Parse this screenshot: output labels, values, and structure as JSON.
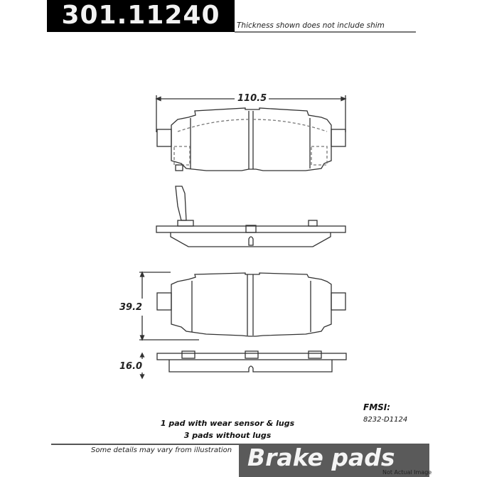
{
  "header": {
    "part_number": "301.11240",
    "shim_note": "Thickness shown does not include shim"
  },
  "dimensions": {
    "width": "110.5",
    "height": "39.2",
    "thickness": "16.0"
  },
  "notes": {
    "line1": "1 pad with wear sensor & lugs",
    "line2": "3 pads without lugs"
  },
  "fmsi": {
    "label": "FMSI:",
    "value": "8232-D1124"
  },
  "footer": {
    "disclaimer": "Some details may vary from illustration",
    "category": "Brake pads",
    "watermark": "Not Actual Image"
  },
  "colors": {
    "header_bg": "#000000",
    "footer_bg": "#5a5a5a",
    "line": "#333333"
  }
}
